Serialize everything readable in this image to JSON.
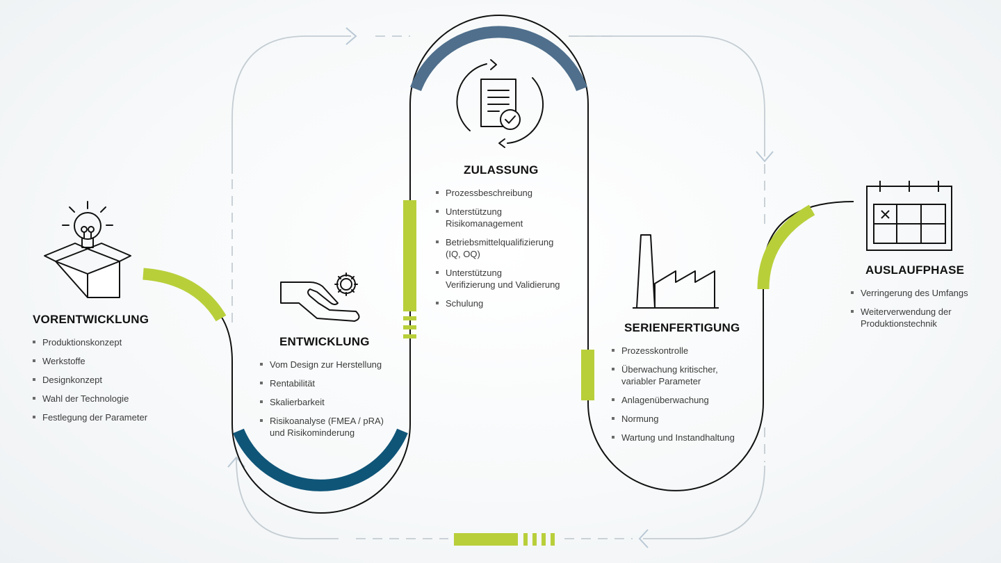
{
  "colors": {
    "lime": "#b8cf3a",
    "slate_blue": "#4f6f8c",
    "dark_blue": "#0f5578",
    "line": "#111111",
    "dashed": "#c4cdd3",
    "arrow": "#b9c8d4"
  },
  "phases": {
    "vorentwicklung": {
      "title": "VORENTWICKLUNG",
      "icon": "lightbulb-box-icon",
      "items": [
        "Produktionskonzept",
        "Werkstoffe",
        "Designkonzept",
        "Wahl der Technologie",
        "Festlegung der Parameter"
      ]
    },
    "entwicklung": {
      "title": "ENTWICKLUNG",
      "icon": "hand-gear-icon",
      "items": [
        "Vom Design zur Herstellung",
        "Rentabilität",
        "Skalierbarkeit",
        "Risikoanalyse (FMEA / pRA)|und Risikominderung"
      ]
    },
    "zulassung": {
      "title": "ZULASSUNG",
      "icon": "document-check-cycle-icon",
      "items": [
        "Prozessbeschreibung",
        "Unterstützung|Risikomanagement",
        "Betriebsmittelqualifizierung|(IQ, OQ)",
        "Unterstützung|Verifizierung und Validierung",
        "Schulung"
      ]
    },
    "serienfertigung": {
      "title": "SERIENFERTIGUNG",
      "icon": "factory-icon",
      "items": [
        "Prozesskontrolle",
        "Überwachung kritischer,|variabler Parameter",
        "Anlagenüberwachung",
        "Normung",
        "Wartung und Instandhaltung"
      ]
    },
    "auslaufphase": {
      "title": "AUSLAUFPHASE",
      "icon": "calendar-icon",
      "items": [
        "Verringerung des Umfangs",
        "Weiterverwendung der|Produktionstechnik"
      ]
    }
  }
}
